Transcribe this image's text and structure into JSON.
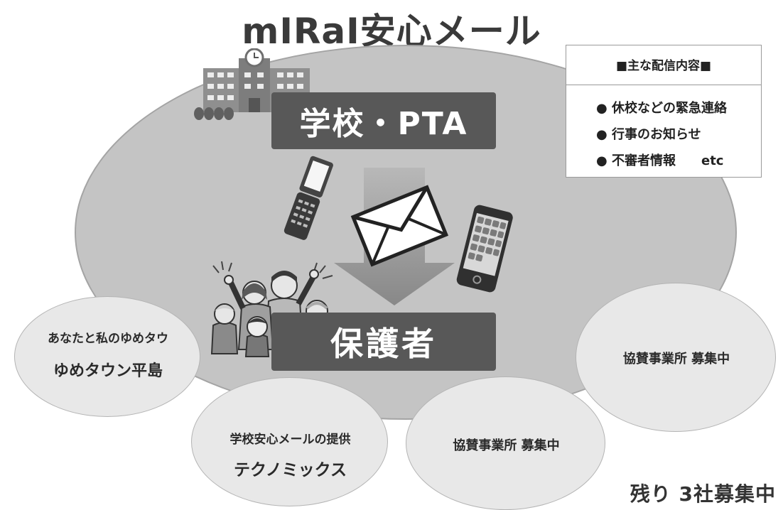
{
  "title": "mIRaI安心メール",
  "school_label": "学校・PTA",
  "guardian_label": "保護者",
  "content_panel": {
    "title": "■主な配信内容■",
    "items": [
      "休校などの緊急連絡",
      "行事のお知らせ",
      "不審者情報　　etc"
    ]
  },
  "sponsors": [
    {
      "line1": "あなたと私のゆめタウ",
      "line2": "ゆめタウン平島"
    },
    {
      "line1": "学校安心メールの提供",
      "line2": "テクノミックス"
    },
    {
      "line1": "協賛事業所 募集中"
    },
    {
      "line1": "協賛事業所 募集中"
    }
  ],
  "remaining_text": "残り 3社募集中",
  "icons": [
    "school-building-icon",
    "flip-phone-icon",
    "envelope-icon",
    "smartphone-icon",
    "family-group-icon",
    "down-arrow-icon"
  ],
  "colors": {
    "background": "#ffffff",
    "ellipse": "#c4c4c4",
    "dark_box": "#585858",
    "circle": "#e8e8e8",
    "text": "#333333"
  }
}
